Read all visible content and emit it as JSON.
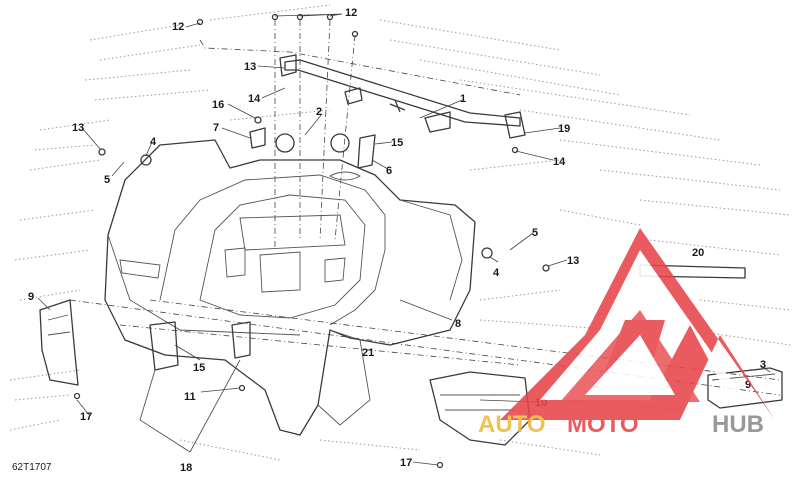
{
  "diagram_code": "62T1707",
  "callouts": [
    "1",
    "2",
    "3",
    "4",
    "5",
    "6",
    "7",
    "8",
    "9",
    "10",
    "11",
    "12",
    "13",
    "14",
    "15",
    "16",
    "17",
    "18",
    "19",
    "20",
    "21"
  ],
  "watermark": {
    "part1": "AUTO",
    "part2": "MOTO",
    "part3": "HUB",
    "colors": {
      "triangle": "#e8454a",
      "auto": "#f0b93a",
      "moto": "#e8454a",
      "hub": "#8a8a8a"
    }
  }
}
